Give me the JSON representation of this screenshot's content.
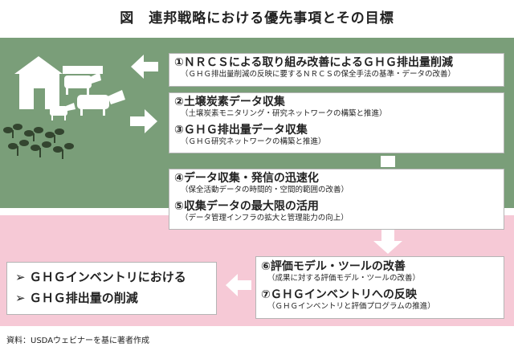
{
  "title": "図　連邦戦略における優先事項とその目標",
  "items": [
    {
      "title": "①ＮＲＣＳによる取り組み改善によるＧＨＧ排出量削減",
      "sub": "（ＧＨＧ排出量削減の反映に要するＮＲＣＳの保全手法の基準・データの改善）"
    },
    {
      "title": "②土壌炭素データ収集",
      "sub": "（土壌炭素モニタリング・研究ネットワークの構築と推進）"
    },
    {
      "title": "③ＧＨＧ排出量データ収集",
      "sub": "（ＧＨＧ研究ネットワークの構築と推進）"
    },
    {
      "title": "④データ収集・発信の迅速化",
      "sub": "（保全活動データの時間的・空間的範囲の改善）"
    },
    {
      "title": "⑤収集データの最大限の活用",
      "sub": "（データ管理インフラの拡大と管理能力の向上）"
    },
    {
      "title": "⑥評価モデル・ツールの改善",
      "sub": "（成果に対する評価モデル・ツールの改善）"
    },
    {
      "title": "⑦ＧＨＧインベントリへの反映",
      "sub": "（ＧＨＧインベントリと評価プログラムの推進）"
    }
  ],
  "goals": [
    "➢ ＧＨＧインベントリにおける",
    "➢ ＧＨＧ排出量の削減"
  ],
  "source": "資料：USDAウェビナーを基に著者作成",
  "colors": {
    "green": "#7a9e79",
    "pink": "#f6c9d6",
    "white": "#ffffff"
  }
}
